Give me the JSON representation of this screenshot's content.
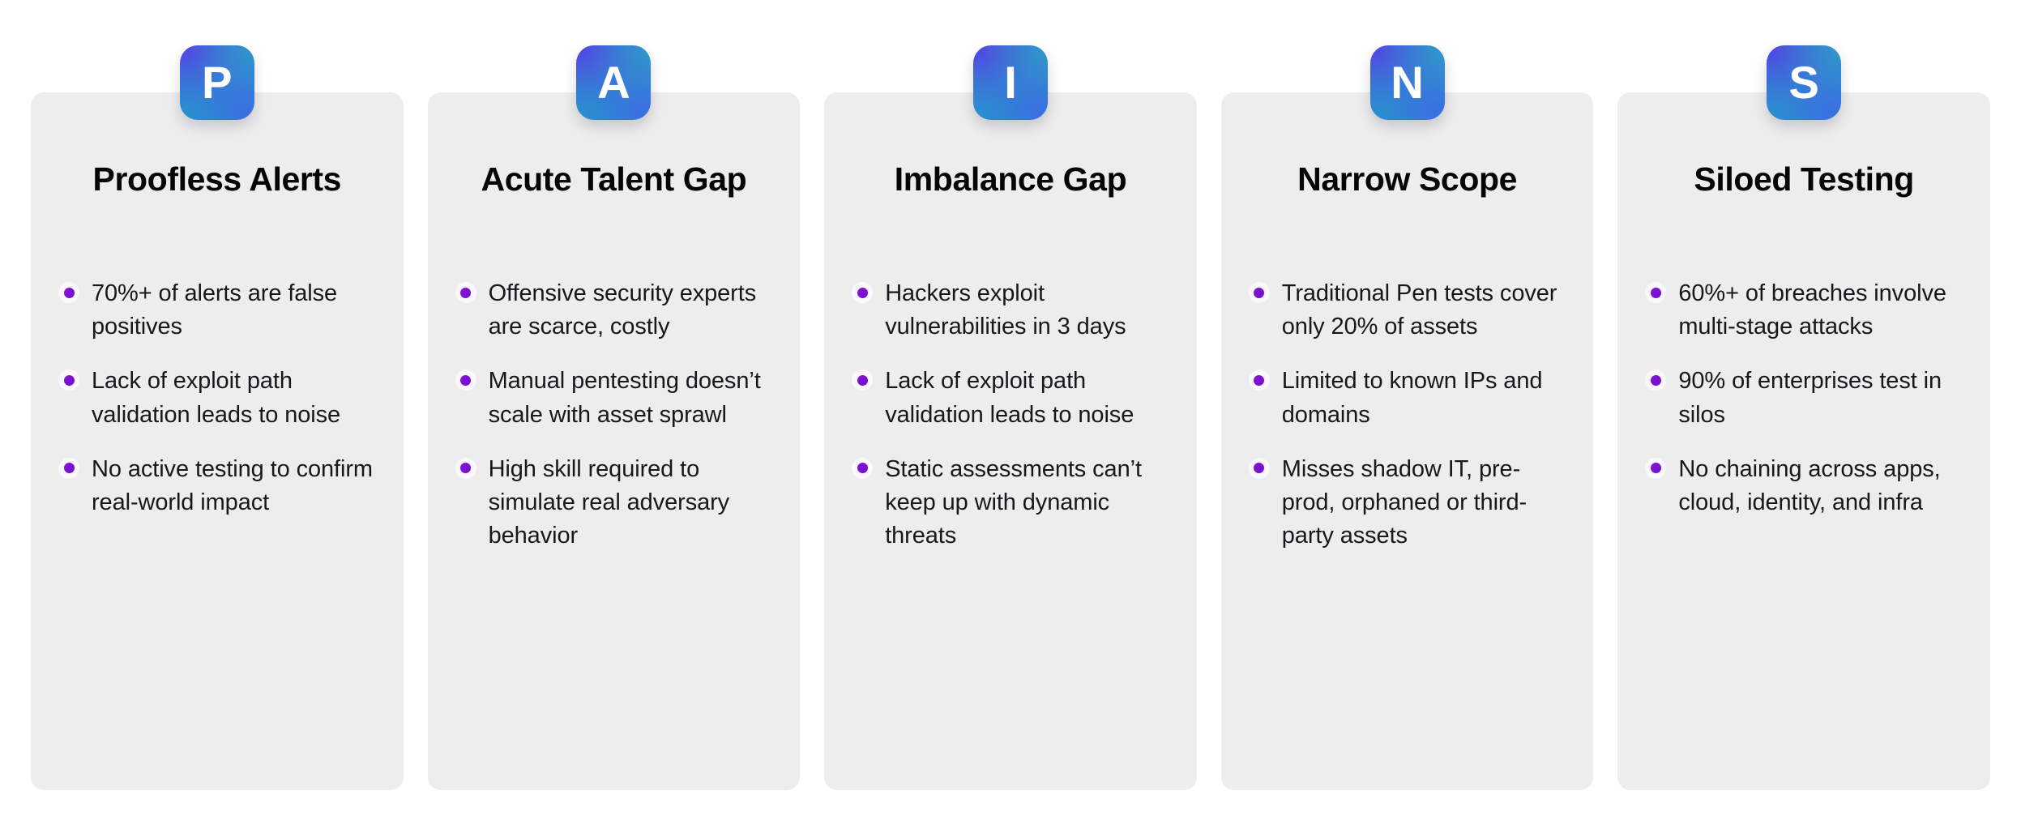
{
  "theme": {
    "page_background": "#ffffff",
    "card_background": "#ededed",
    "title_color": "#050505",
    "body_color": "#16181c",
    "bullet_color": "#8c12d8",
    "badge_gradient_from": "#5246e2",
    "badge_gradient_mid": "#2d9cc8",
    "badge_gradient_to": "#3b72e0"
  },
  "acronym": "PAINS",
  "cards": [
    {
      "letter": "P",
      "icon_name": "letter-badge-p",
      "title": "Proofless Alerts",
      "bullets": [
        "70%+ of alerts are false positives",
        "Lack of exploit path validation leads to noise",
        "No active testing to confirm real-world impact"
      ]
    },
    {
      "letter": "A",
      "icon_name": "letter-badge-a",
      "title": "Acute Talent Gap",
      "bullets": [
        "Offensive security experts are scarce, costly",
        "Manual pentesting doesn’t scale with asset sprawl",
        "High skill required to simulate real adversary behavior"
      ]
    },
    {
      "letter": "I",
      "icon_name": "letter-badge-i",
      "title": "Imbalance Gap",
      "bullets": [
        "Hackers exploit vulnerabilities in 3 days",
        "Lack of exploit path validation leads to noise",
        "Static assessments can’t keep up with dynamic threats"
      ]
    },
    {
      "letter": "N",
      "icon_name": "letter-badge-n",
      "title": "Narrow Scope",
      "bullets": [
        "Traditional Pen tests cover only 20% of assets",
        "Limited to known IPs and domains",
        "Misses shadow IT, pre-prod, orphaned or third-party assets"
      ]
    },
    {
      "letter": "S",
      "icon_name": "letter-badge-s",
      "title": "Siloed Testing",
      "bullets": [
        "60%+ of breaches involve multi-stage attacks",
        "90% of enterprises test in silos",
        "No chaining across apps, cloud, identity, and infra"
      ]
    }
  ]
}
